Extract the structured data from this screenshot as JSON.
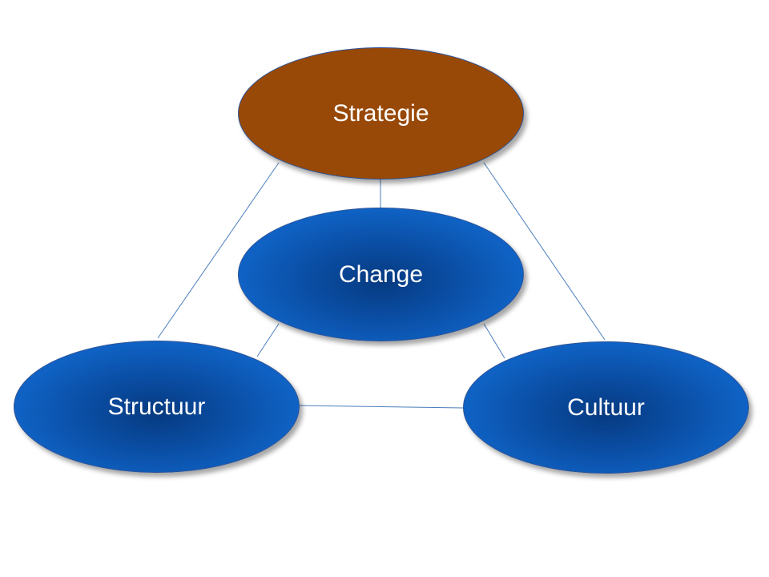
{
  "diagram": {
    "nodes": [
      {
        "id": "strategie",
        "label": "Strategie",
        "color": "#984807"
      },
      {
        "id": "change",
        "label": "Change",
        "color": "#0f62c4"
      },
      {
        "id": "structuur",
        "label": "Structuur",
        "color": "#0f62c4"
      },
      {
        "id": "cultuur",
        "label": "Cultuur",
        "color": "#0f62c4"
      }
    ],
    "edges": [
      {
        "from": "strategie",
        "to": "structuur"
      },
      {
        "from": "strategie",
        "to": "cultuur"
      },
      {
        "from": "structuur",
        "to": "cultuur"
      },
      {
        "from": "strategie",
        "to": "change"
      },
      {
        "from": "change",
        "to": "structuur"
      },
      {
        "from": "change",
        "to": "cultuur"
      }
    ],
    "line_color": "#4a7ebb"
  }
}
